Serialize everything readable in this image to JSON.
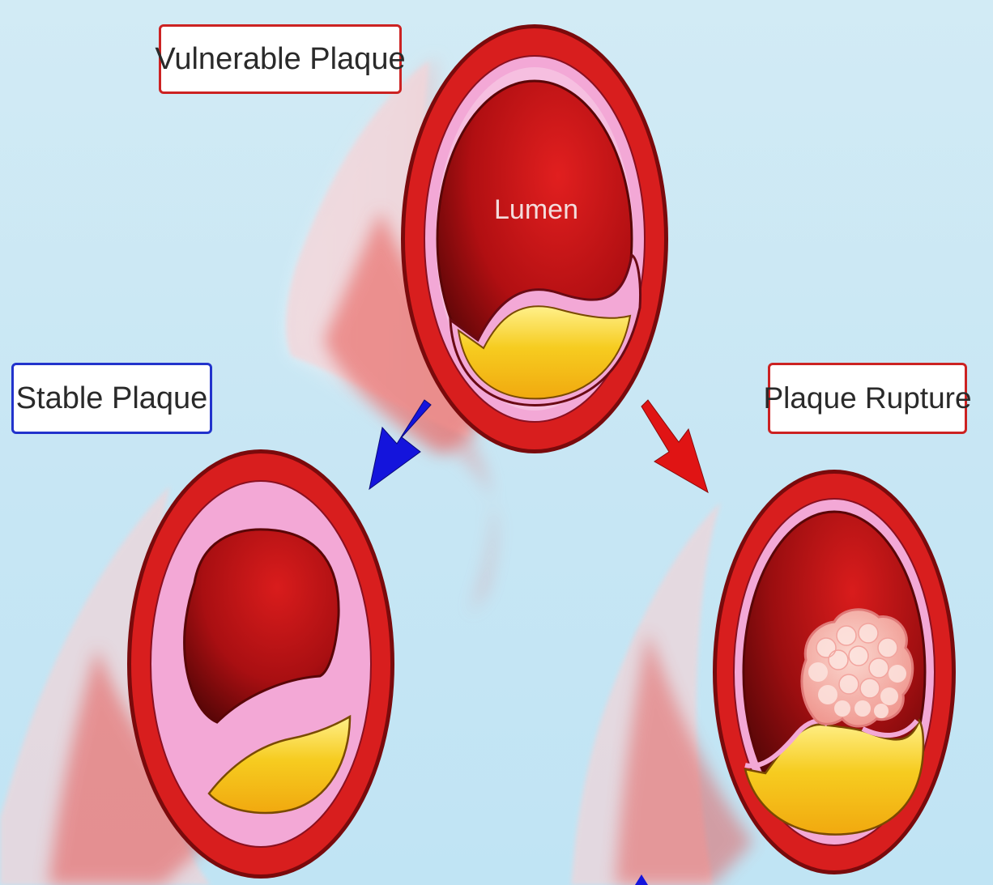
{
  "labels": {
    "vulnerable": "Vulnerable Plaque",
    "stable": "Stable Plaque",
    "rupture": "Plaque Rupture",
    "lumen": "Lumen"
  },
  "colors": {
    "background": "#c7e6f4",
    "vessel_wall": "#d81e1e",
    "intima": "#f3a8d6",
    "lumen": "#a80f0f",
    "plaque_core": "#f5c21c",
    "thrombus": "#f6b4ae",
    "stable_border": "#2233cc",
    "unstable_border": "#cc2222",
    "arrow_stable": "#1414dc",
    "arrow_rupture": "#e01414"
  }
}
